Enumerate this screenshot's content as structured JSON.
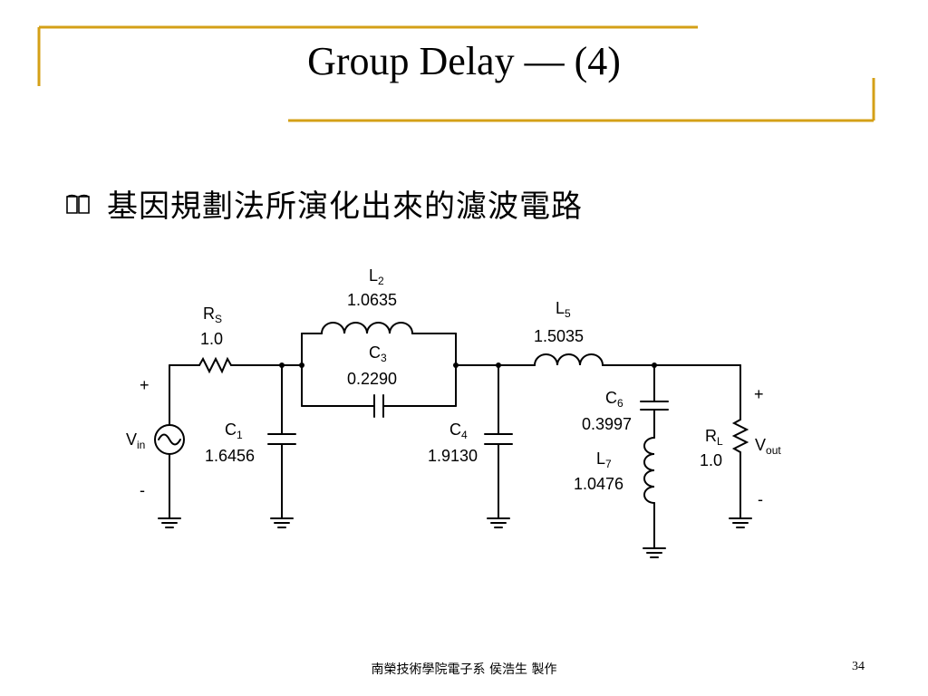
{
  "slide": {
    "title": "Group Delay — (4)",
    "bullet": "基因規劃法所演化出來的濾波電路",
    "footer": "南榮技術學院電子系  侯浩生  製作",
    "page_number": "34",
    "accent_color": "#d4a017"
  },
  "circuit": {
    "source": {
      "name": "V",
      "sub": "in",
      "plus": "+",
      "minus": "-"
    },
    "RS": {
      "name": "R",
      "sub": "S",
      "value": "1.0"
    },
    "C1": {
      "name": "C",
      "sub": "1",
      "value": "1.6456"
    },
    "L2": {
      "name": "L",
      "sub": "2",
      "value": "1.0635"
    },
    "C3": {
      "name": "C",
      "sub": "3",
      "value": "0.2290"
    },
    "C4": {
      "name": "C",
      "sub": "4",
      "value": "1.9130"
    },
    "L5": {
      "name": "L",
      "sub": "5",
      "value": "1.5035"
    },
    "C6": {
      "name": "C",
      "sub": "6",
      "value": "0.3997"
    },
    "L7": {
      "name": "L",
      "sub": "7",
      "value": "1.0476"
    },
    "RL": {
      "name": "R",
      "sub": "L",
      "value": "1.0"
    },
    "output": {
      "name": "V",
      "sub": "out",
      "plus": "+",
      "minus": "-"
    }
  }
}
